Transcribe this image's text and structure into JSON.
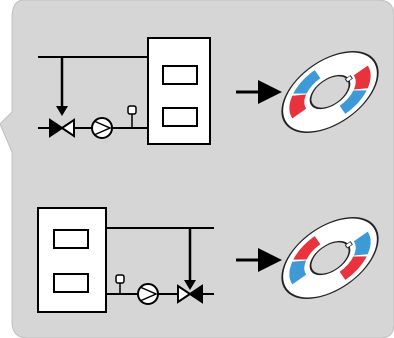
{
  "panel": {
    "fill": "#d6d6d6",
    "edge": "#bfbfbf"
  },
  "colors": {
    "line": "#000000",
    "device_fill": "#ffffff",
    "ring_hot": "#e8323c",
    "ring_cold": "#3d9ad6",
    "ring_base": "#ffffff",
    "ring_edge": "#222222"
  },
  "diagrams": [
    {
      "id": "top",
      "device_side": "right",
      "ring_pattern": [
        "hot",
        "cold",
        "hot",
        "cold"
      ]
    },
    {
      "id": "bottom",
      "device_side": "left",
      "ring_pattern": [
        "cold",
        "hot",
        "cold",
        "hot"
      ]
    }
  ],
  "icons": [
    "valve-icon",
    "pump-icon",
    "sensor-icon",
    "arrow-right-icon",
    "dial-ring-icon"
  ]
}
